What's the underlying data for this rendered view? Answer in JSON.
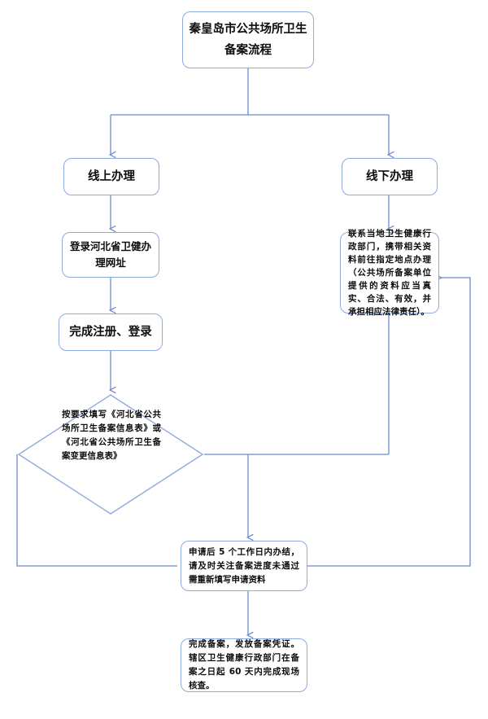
{
  "diagram": {
    "title": "秦皇岛市公共场所卫生备案流程",
    "accent_color": "#8faadc",
    "line_color": "#8faadc",
    "text_color": "#0d0d0d",
    "background_color": "#ffffff"
  },
  "nodes": {
    "title": {
      "label": "秦皇岛市公共场所卫生备案流程",
      "shape": "rounded-rectangle"
    },
    "online": {
      "label": "线上办理",
      "shape": "rounded-rectangle"
    },
    "offline": {
      "label": "线下办理",
      "shape": "rounded-rectangle"
    },
    "website": {
      "label": "登录河北省卫健办理网址",
      "shape": "rounded-rectangle"
    },
    "register": {
      "label": "完成注册、登录",
      "shape": "rounded-rectangle"
    },
    "offline_detail": {
      "label": "联系当地卫生健康行政部门，携带相关资料前往指定地点办理（公共场所备案单位提供的资料应当真实、合法、有效，并承担相应法律责任）。",
      "shape": "rounded-rectangle"
    },
    "decision": {
      "label": "按要求填写《河北省公共场所卫生备案信息表》或《河北省公共场所卫生备案变更信息表》",
      "shape": "diamond"
    },
    "apply": {
      "label": "申请后 5 个工作日内办结，请及时关注备案进度未通过需重新填写申请资料",
      "shape": "rounded-rectangle"
    },
    "done": {
      "label": "完成备案，发放备案凭证。辖区卫生健康行政部门在备案之日起 60 天内完成现场核查。",
      "shape": "rounded-rectangle"
    }
  },
  "edges": [
    {
      "from": "title",
      "to": "online",
      "arrow": true
    },
    {
      "from": "title",
      "to": "offline",
      "arrow": true
    },
    {
      "from": "online",
      "to": "website",
      "arrow": true
    },
    {
      "from": "website",
      "to": "register",
      "arrow": true
    },
    {
      "from": "register",
      "to": "decision",
      "arrow": true
    },
    {
      "from": "offline",
      "to": "offline_detail",
      "arrow": true
    },
    {
      "from": "decision",
      "to": "apply",
      "arrow": true
    },
    {
      "from": "offline_detail",
      "to": "apply",
      "arrow": true
    },
    {
      "from": "decision",
      "to": "apply",
      "arrow": false,
      "route": "left-loop"
    },
    {
      "from": "apply",
      "to": "offline_detail",
      "arrow": true,
      "route": "right-feedback-loop"
    },
    {
      "from": "apply",
      "to": "done",
      "arrow": true
    }
  ]
}
